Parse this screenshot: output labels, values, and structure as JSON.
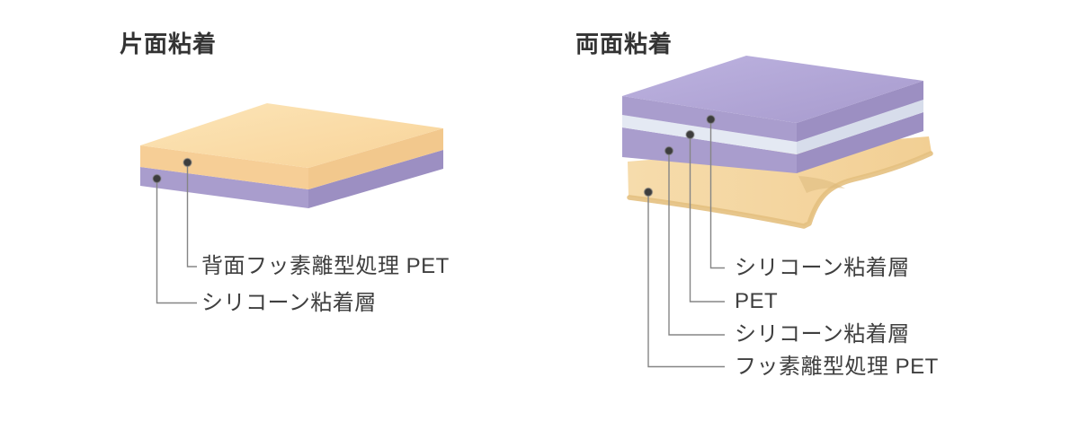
{
  "left_diagram": {
    "title": "片面粘着",
    "labels": [
      {
        "text": "背面フッ素離型処理 PET"
      },
      {
        "text": "シリコーン粘着層"
      }
    ]
  },
  "right_diagram": {
    "title": "両面粘着",
    "labels": [
      {
        "text": "シリコーン粘着層"
      },
      {
        "text": "PET"
      },
      {
        "text": "シリコーン粘着層"
      },
      {
        "text": "フッ素離型処理 PET"
      }
    ]
  },
  "colors": {
    "title_text": "#333333",
    "label_text": "#3f3f3f",
    "leader_line": "#858585",
    "marker_dot": "#3d3d3d",
    "tan_front": "#F6CE96",
    "tan_side": "#F2C88D",
    "purple_front": "#A99DCD",
    "purple_side": "#9C8FC2",
    "white_front": "#E4E9F3",
    "white_side": "#D7DDEB",
    "sheet_fill": "#F5D7A2",
    "sheet_edge": "#E4C07F"
  }
}
